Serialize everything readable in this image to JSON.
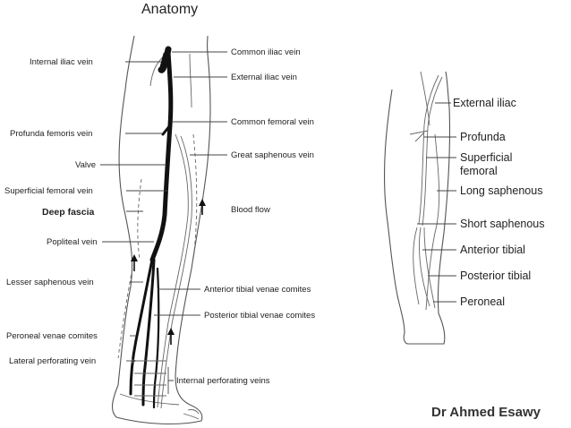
{
  "title": "Anatomy",
  "credit": "Dr Ahmed Esawy",
  "left_diagram": {
    "labels_left": [
      "Internal iliac vein",
      "Profunda femoris vein",
      "Valve",
      "Superficial femoral vein",
      "Deep fascia",
      "Popliteal vein",
      "Lesser saphenous vein",
      "Peroneal venae comites",
      "Lateral perforating vein"
    ],
    "labels_right": [
      "Common iliac vein",
      "External iliac vein",
      "Common femoral vein",
      "Great saphenous vein",
      "Blood flow",
      "Anterior tibial venae comites",
      "Posterior tibial venae comites",
      "Internal perforating veins"
    ]
  },
  "right_diagram": {
    "labels": [
      "External iliac",
      "Profunda",
      "Superficial",
      "femoral",
      "Long saphenous",
      "Short saphenous",
      "Anterior tibial",
      "Posterior tibial",
      "Peroneal"
    ]
  }
}
